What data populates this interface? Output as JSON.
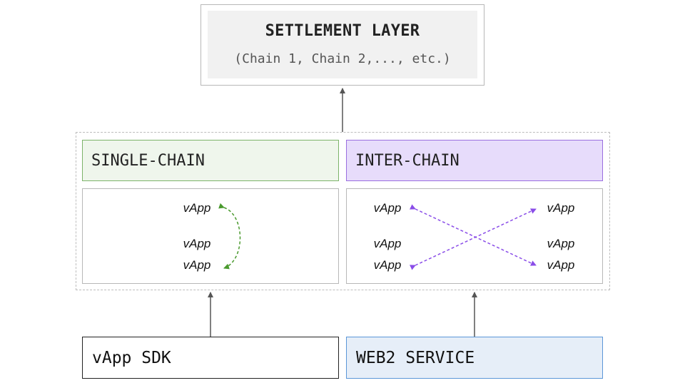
{
  "settlement": {
    "title": "SETTLEMENT LAYER",
    "subtitle": "(Chain 1, Chain 2,..., etc.)"
  },
  "single_chain": {
    "label": "SINGLE-CHAIN",
    "vapps": [
      "vApp",
      "vApp",
      "vApp"
    ]
  },
  "inter_chain": {
    "label": "INTER-CHAIN",
    "left_vapps": [
      "vApp",
      "vApp",
      "vApp"
    ],
    "right_vapps": [
      "vApp",
      "vApp",
      "vApp"
    ]
  },
  "bottom": {
    "sdk_label": "vApp SDK",
    "web2_label": "WEB2 SERVICE"
  },
  "colors": {
    "single_accent": "#7cb46a",
    "single_arrow": "#4a9a2e",
    "inter_accent": "#9a6ee0",
    "inter_arrow": "#8a4de8",
    "web2_accent": "#5b97d8",
    "connector": "#555555"
  }
}
